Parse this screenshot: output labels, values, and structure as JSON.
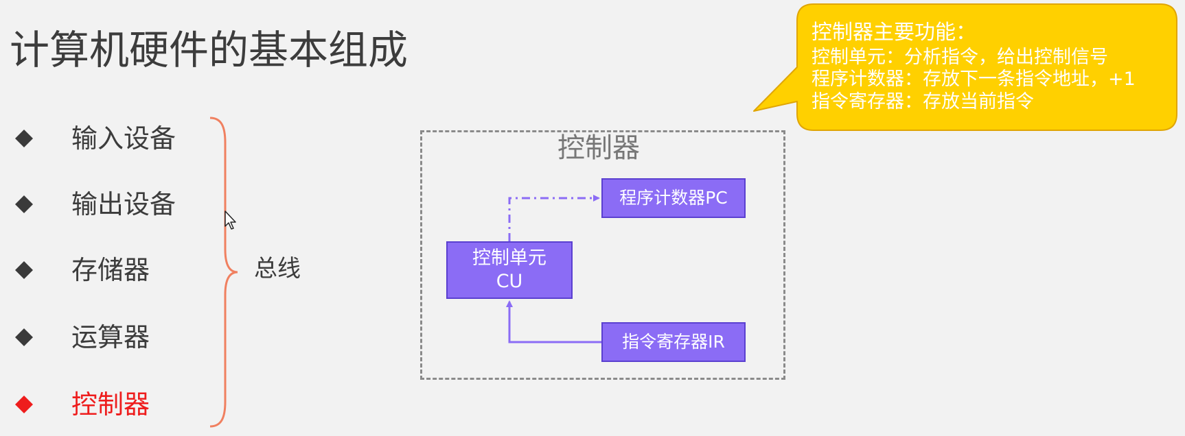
{
  "slide": {
    "title": "计算机硬件的基本组成"
  },
  "components": [
    {
      "label": "输入设备",
      "active": false
    },
    {
      "label": "输出设备",
      "active": false
    },
    {
      "label": "存储器",
      "active": false
    },
    {
      "label": "运算器",
      "active": false
    },
    {
      "label": "控制器",
      "active": true
    }
  ],
  "bus": {
    "label": "总线"
  },
  "controller": {
    "title": "控制器",
    "pc": "程序计数器PC",
    "cu_line1": "控制单元",
    "cu_line2": "CU",
    "ir": "指令寄存器IR"
  },
  "callout": {
    "heading": "控制器主要功能：",
    "line1": "控制单元：分析指令，给出控制信号",
    "line2": "程序计数器：存放下一条指令地址，+1",
    "line3": "指令寄存器：存放当前指令"
  },
  "colors": {
    "background": "#f2f2f2",
    "text": "#3c3c3c",
    "active": "#ee1d1d",
    "brace": "#f08060",
    "block_fill": "#8b6cf5",
    "block_border": "#5a3fd0",
    "callout_fill": "#ffd000",
    "callout_border": "#e0a500"
  },
  "icons": {
    "bullet": "diamond-bullet-icon",
    "pointer": "mouse-pointer-icon"
  }
}
